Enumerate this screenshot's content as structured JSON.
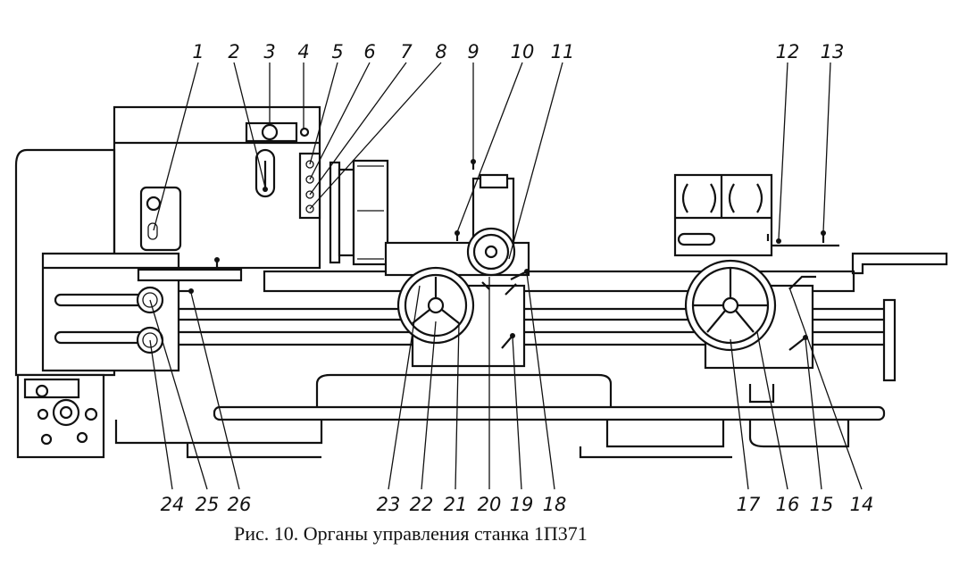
{
  "figure": {
    "caption": "Рис. 10. Органы управления станка 1П371",
    "labels_top": [
      "1",
      "2",
      "3",
      "4",
      "5",
      "6",
      "7",
      "8",
      "9",
      "10",
      "11",
      "12",
      "13"
    ],
    "labels_bottom": [
      "24",
      "25",
      "26",
      "23",
      "22",
      "21",
      "20",
      "19",
      "18",
      "17",
      "16",
      "15",
      "14"
    ]
  }
}
